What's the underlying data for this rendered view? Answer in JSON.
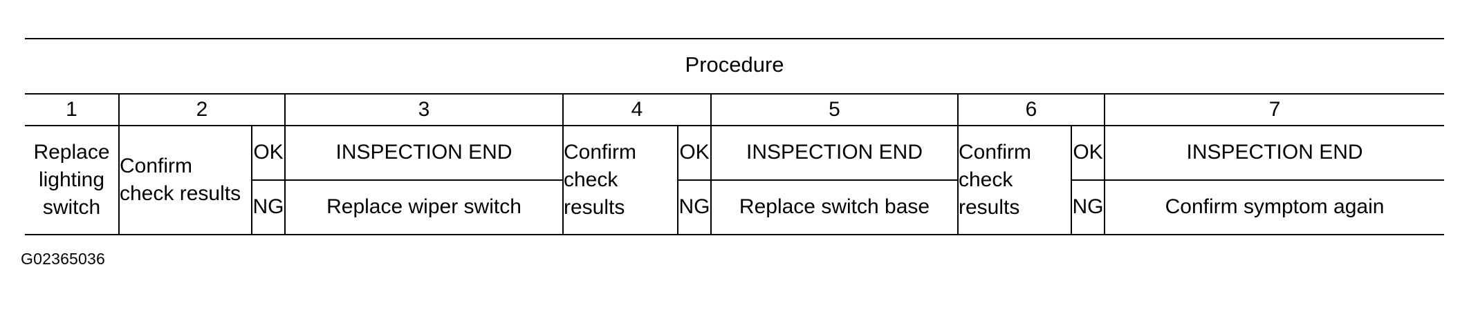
{
  "figure": {
    "id_label": "G02365036"
  },
  "table": {
    "title": "Procedure",
    "step_numbers": [
      "1",
      "2",
      "3",
      "4",
      "5",
      "6",
      "7"
    ],
    "judgements": {
      "ok": "OK",
      "ng": "NG"
    },
    "steps": {
      "step1": "Replace lighting switch",
      "step2": "Confirm check results",
      "step3_ok": "INSPECTION END",
      "step3_ng": "Replace wiper switch",
      "step4": "Confirm check results",
      "step5_ok": "INSPECTION END",
      "step5_ng": "Replace switch base",
      "step6": "Confirm check results",
      "step7_ok": "INSPECTION END",
      "step7_ng": "Confirm symptom again"
    }
  },
  "colors": {
    "rule": "#000000",
    "text": "#000000",
    "background": "#ffffff"
  }
}
